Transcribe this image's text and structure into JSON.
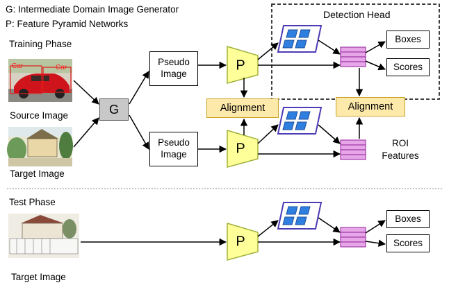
{
  "legend": {
    "g_def": "G: Intermediate Domain Image Generator",
    "p_def": "P: Feature Pyramid Networks"
  },
  "phases": {
    "training": "Training Phase",
    "test": "Test Phase"
  },
  "images": {
    "source": "Source Image",
    "target_train": "Target Image",
    "target_test": "Target Image",
    "car_label_1": "Car",
    "car_label_2": "Car"
  },
  "nodes": {
    "generator": "G",
    "pseudo_top": "Pseudo\nImage",
    "pseudo_bottom": "Pseudo\nImage",
    "fpn_top": "P",
    "fpn_bottom": "P",
    "fpn_test": "P",
    "alignment_left": "Alignment",
    "alignment_right": "Alignment",
    "detection_head": "Detection Head",
    "boxes_train": "Boxes",
    "scores_train": "Scores",
    "boxes_test": "Boxes",
    "scores_test": "Scores",
    "roi_features": "ROI\nFeatures"
  },
  "colors": {
    "fpn_fill": "#ffff99",
    "fpn_stroke": "#9fb23a",
    "alignment_fill": "#fde9a9",
    "generator_fill": "#c8c8c8",
    "proposal_border": "#4b3bb5",
    "proposal_fill": "#2f7fe0",
    "roi_fill": "#e6a6e8",
    "roi_stroke": "#a23ca8"
  }
}
